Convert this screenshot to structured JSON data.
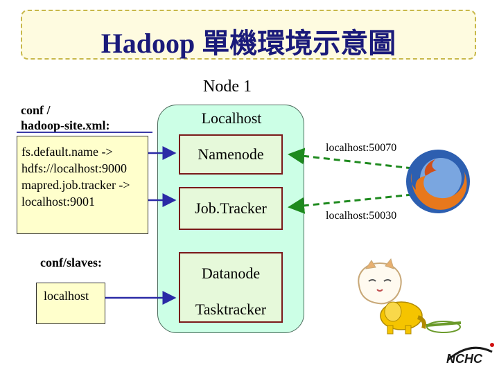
{
  "title": "Hadoop 單機環境示意圖",
  "node": {
    "label": "Node 1",
    "host": "Localhost",
    "namenode": "Namenode",
    "jobtracker": "Job.Tracker",
    "datanode": "Datanode",
    "tasktracker": "Tasktracker"
  },
  "hadoop_site": {
    "label_line1": "conf /",
    "label_line2": "hadoop-site.xml:",
    "lines": [
      "fs.default.name ->",
      "hdfs://localhost:9000",
      "mapred.job.tracker ->",
      "localhost:9001"
    ]
  },
  "slaves": {
    "label": "conf/slaves:",
    "value": "localhost"
  },
  "browser_links": {
    "namenode_url": "localhost:50070",
    "jobtracker_url": "localhost:50030"
  },
  "logo_text": "NCHC",
  "colors": {
    "title": "#1a1a7a",
    "node_fill": "#ccffe6",
    "component_fill": "#e6f9da",
    "component_border": "#7a1a1a",
    "note_fill": "#ffffcc",
    "arrow_blue": "#2a2aa6",
    "arrow_green": "#1e8a1e"
  }
}
